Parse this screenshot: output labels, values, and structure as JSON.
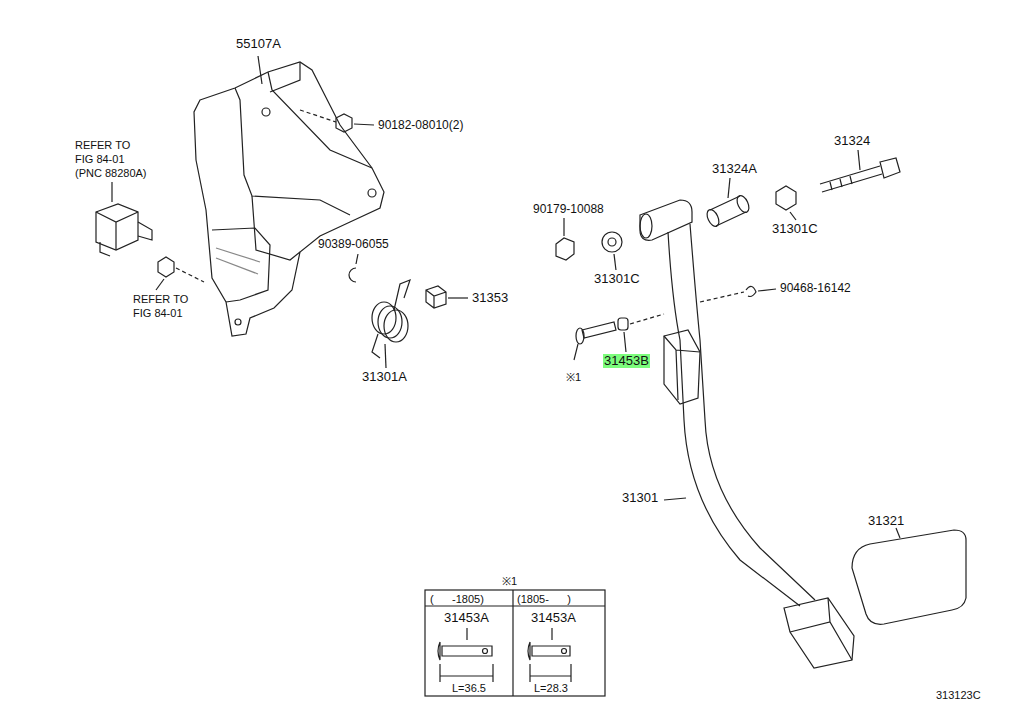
{
  "diagram": {
    "labels": [
      "55107A",
      "90182-08010(2)",
      "REFER TO",
      "FIG 84-01",
      "(PNC 88280A)",
      "REFER TO",
      "FIG 84-01",
      "90389-06055",
      "31353",
      "31301A",
      "90179-10088",
      "31301C",
      "31324A",
      "31324",
      "31301C",
      "90468-16142",
      "※1",
      "31453B",
      "31301",
      "31321",
      "※1",
      "(      -1805)",
      "(1805-      )",
      "31453A",
      "31453A",
      "L=36.5",
      "L=28.3",
      "313123C"
    ]
  }
}
